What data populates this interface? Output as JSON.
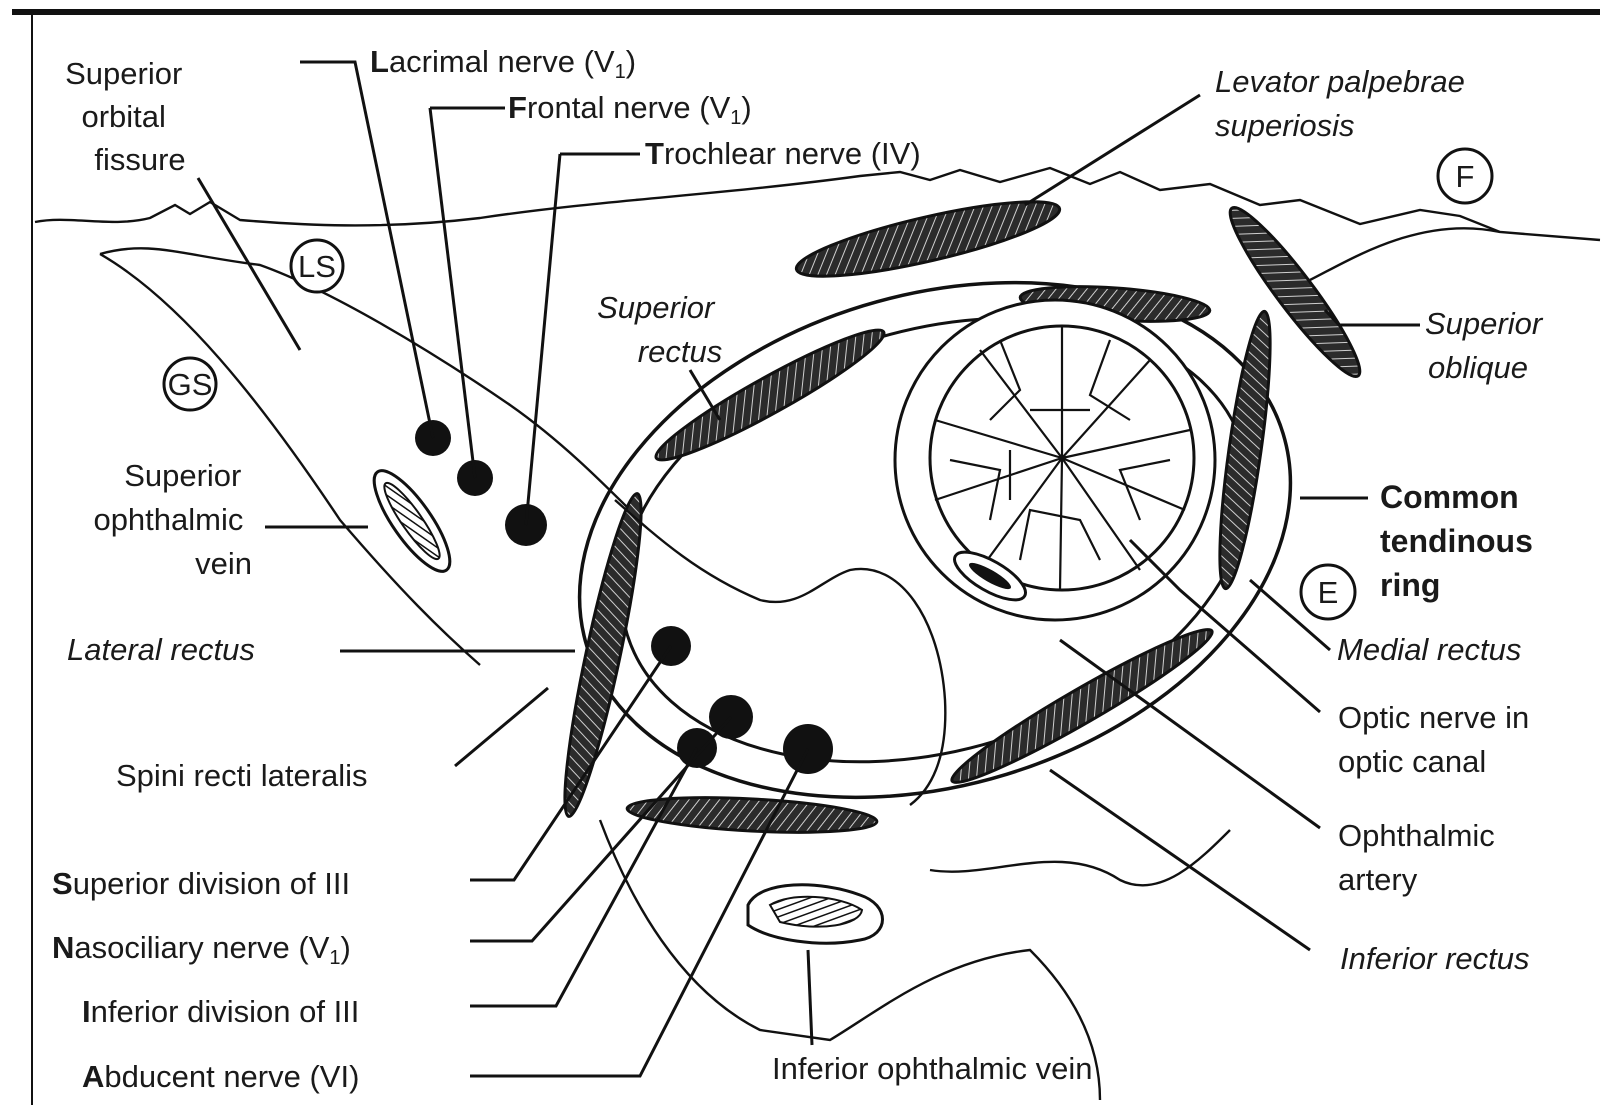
{
  "labels": {
    "superior_orbital_fissure": [
      "Superior",
      "orbital",
      "fissure"
    ],
    "lacrimal_nerve": {
      "initial": "L",
      "rest": "acrimal nerve (V",
      "sub": "1",
      "close": ")"
    },
    "frontal_nerve": {
      "initial": "F",
      "rest": "rontal nerve (V",
      "sub": "1",
      "close": ")"
    },
    "trochlear_nerve": {
      "initial": "T",
      "rest": "rochlear nerve (IV)"
    },
    "levator": [
      "Levator palpebrae",
      "superiosis"
    ],
    "superior_rectus": [
      "Superior",
      "rectus"
    ],
    "superior_oblique": [
      "Superior",
      "oblique"
    ],
    "superior_ophthalmic_vein": [
      "Superior",
      "ophthalmic",
      "vein"
    ],
    "common_tendinous_ring": [
      "Common",
      "tendinous",
      "ring"
    ],
    "lateral_rectus": "Lateral rectus",
    "medial_rectus": "Medial rectus",
    "optic_nerve": [
      "Optic nerve in",
      "optic canal"
    ],
    "spini_recti": "Spini recti lateralis",
    "ophthalmic_artery": [
      "Ophthalmic",
      "artery"
    ],
    "superior_division": {
      "initial": "S",
      "rest": "uperior division of III"
    },
    "nasociliary_nerve": {
      "initial": "N",
      "rest": "asociliary nerve (V",
      "sub": "1",
      "close": ")"
    },
    "inferior_division": {
      "initial": "I",
      "rest": "nferior division of III"
    },
    "abducent_nerve": {
      "initial": "A",
      "rest": "bducent nerve (VI)"
    },
    "inferior_rectus": "Inferior rectus",
    "inferior_ophthalmic_vein": "Inferior ophthalmic vein"
  },
  "markers": {
    "ls": "LS",
    "gs": "GS",
    "f": "F",
    "e": "E"
  }
}
